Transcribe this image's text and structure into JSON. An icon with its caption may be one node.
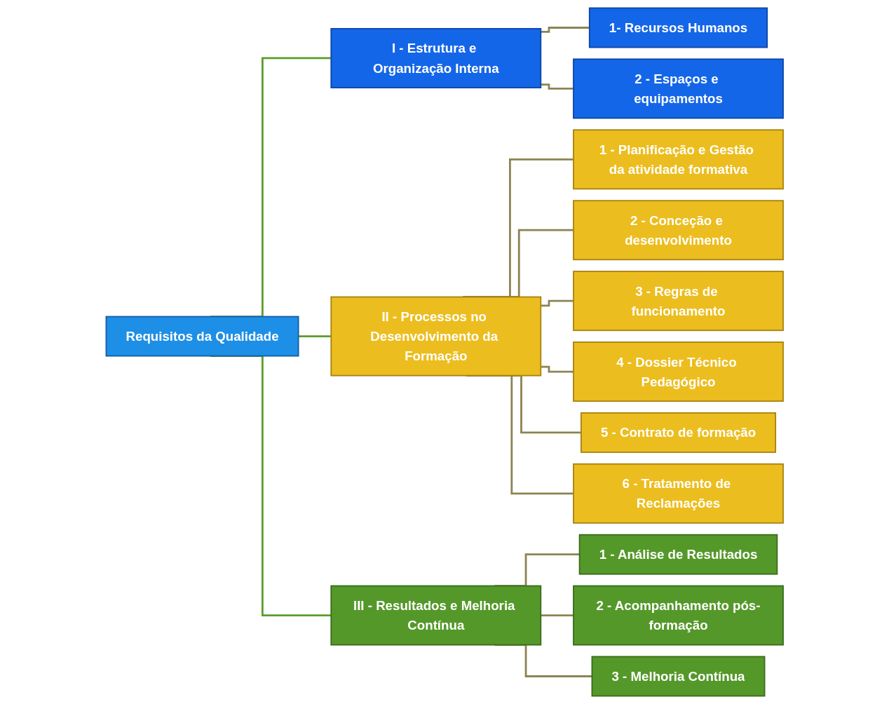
{
  "diagram": {
    "nodes": [
      {
        "text": [
          "Requisitos da Qualidade"
        ]
      },
      {
        "text": [
          "I - Estrutura e Organização Interna"
        ]
      },
      {
        "text": [
          "II - Processos no Desenvolvimento da Formação"
        ]
      },
      {
        "text": [
          "III - Resultados e Melhoria Contínua"
        ]
      },
      {
        "text": [
          "1- Recursos Humanos"
        ]
      },
      {
        "text": [
          "2 - Espaços e equipamentos"
        ]
      },
      {
        "text": [
          "1 - Planificação e Gestão da atividade formativa"
        ]
      },
      {
        "text": [
          "2 - Conceção e desenvolvimento"
        ]
      },
      {
        "text": [
          "3 - Regras de funcionamento"
        ]
      },
      {
        "text": [
          "4 - Dossier Técnico Pedagógico"
        ]
      },
      {
        "text": [
          "5 - Contrato de formação"
        ]
      },
      {
        "text": [
          "6 - Tratamento de Reclamações"
        ]
      },
      {
        "text": [
          "1 - Análise de Resultados"
        ]
      },
      {
        "text": [
          "2 - Acompanhamento pós-formação"
        ]
      },
      {
        "text": [
          "3 - Melhoria Contínua"
        ]
      }
    ],
    "edges": [
      {
        "from": 0,
        "to": 1,
        "arrow": "none",
        "color": "#5a9e2c"
      },
      {
        "from": 0,
        "to": 2,
        "arrow": "none",
        "color": "#5a9e2c"
      },
      {
        "from": 0,
        "to": 3,
        "arrow": "none",
        "color": "#5a9e2c"
      },
      {
        "from": 1,
        "to": 4,
        "arrow": "none"
      },
      {
        "from": 1,
        "to": 5,
        "arrow": "none"
      },
      {
        "from": 2,
        "to": 6,
        "arrow": "none"
      },
      {
        "from": 2,
        "to": 7,
        "arrow": "none"
      },
      {
        "from": 2,
        "to": 8,
        "arrow": "none"
      },
      {
        "from": 2,
        "to": 9,
        "arrow": "none"
      },
      {
        "from": 2,
        "to": 10,
        "arrow": "none"
      },
      {
        "from": 2,
        "to": 11,
        "arrow": "none"
      },
      {
        "from": 3,
        "to": 12,
        "arrow": "none"
      },
      {
        "from": 3,
        "to": 13,
        "arrow": "none"
      },
      {
        "from": 3,
        "to": 14,
        "arrow": "none"
      }
    ]
  }
}
